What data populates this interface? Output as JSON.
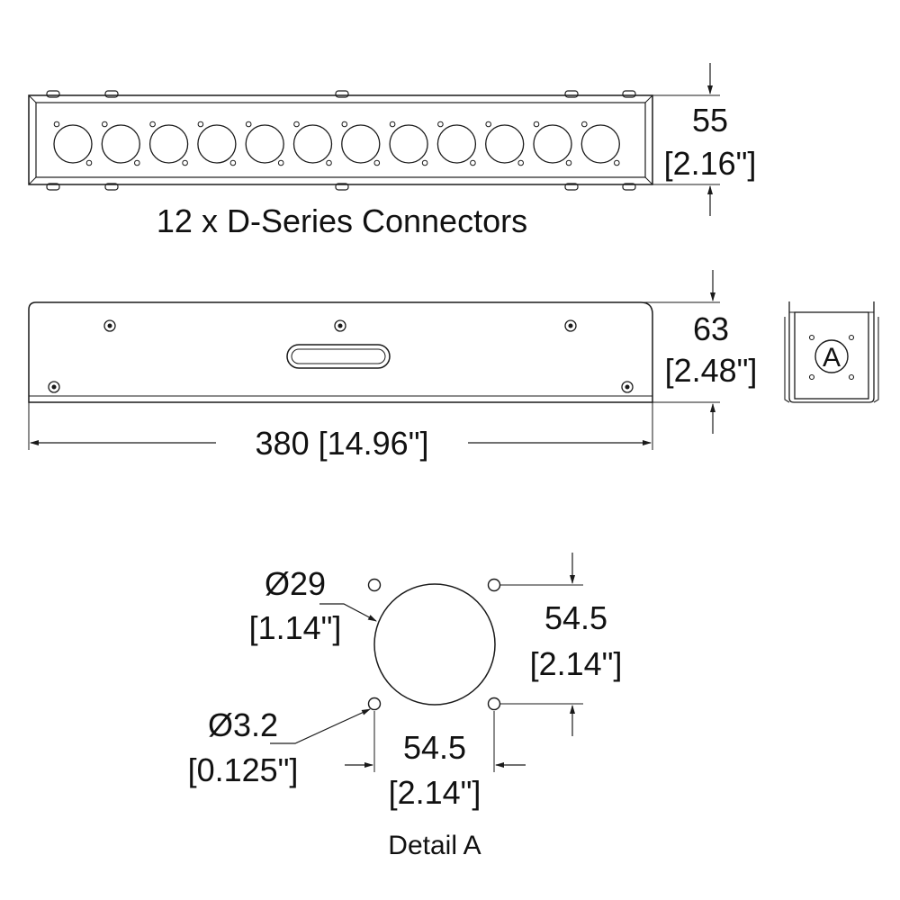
{
  "front_view": {
    "caption": "12 x D-Series Connectors",
    "connector_count": 12,
    "height_mm": "55",
    "height_in": "[2.16\"]"
  },
  "side_view": {
    "height_mm": "63",
    "height_in": "[2.48\"]",
    "width_label": "380 [14.96\"]"
  },
  "end_view": {
    "callout": "A"
  },
  "detail": {
    "title": "Detail A",
    "hole_dia": "Ø29",
    "hole_dia_in": "[1.14\"]",
    "screw_dia": "Ø3.2",
    "screw_dia_in": "[0.125\"]",
    "v_spacing": "54.5",
    "v_spacing_in": "[2.14\"]",
    "h_spacing": "54.5",
    "h_spacing_in": "[2.14\"]"
  }
}
